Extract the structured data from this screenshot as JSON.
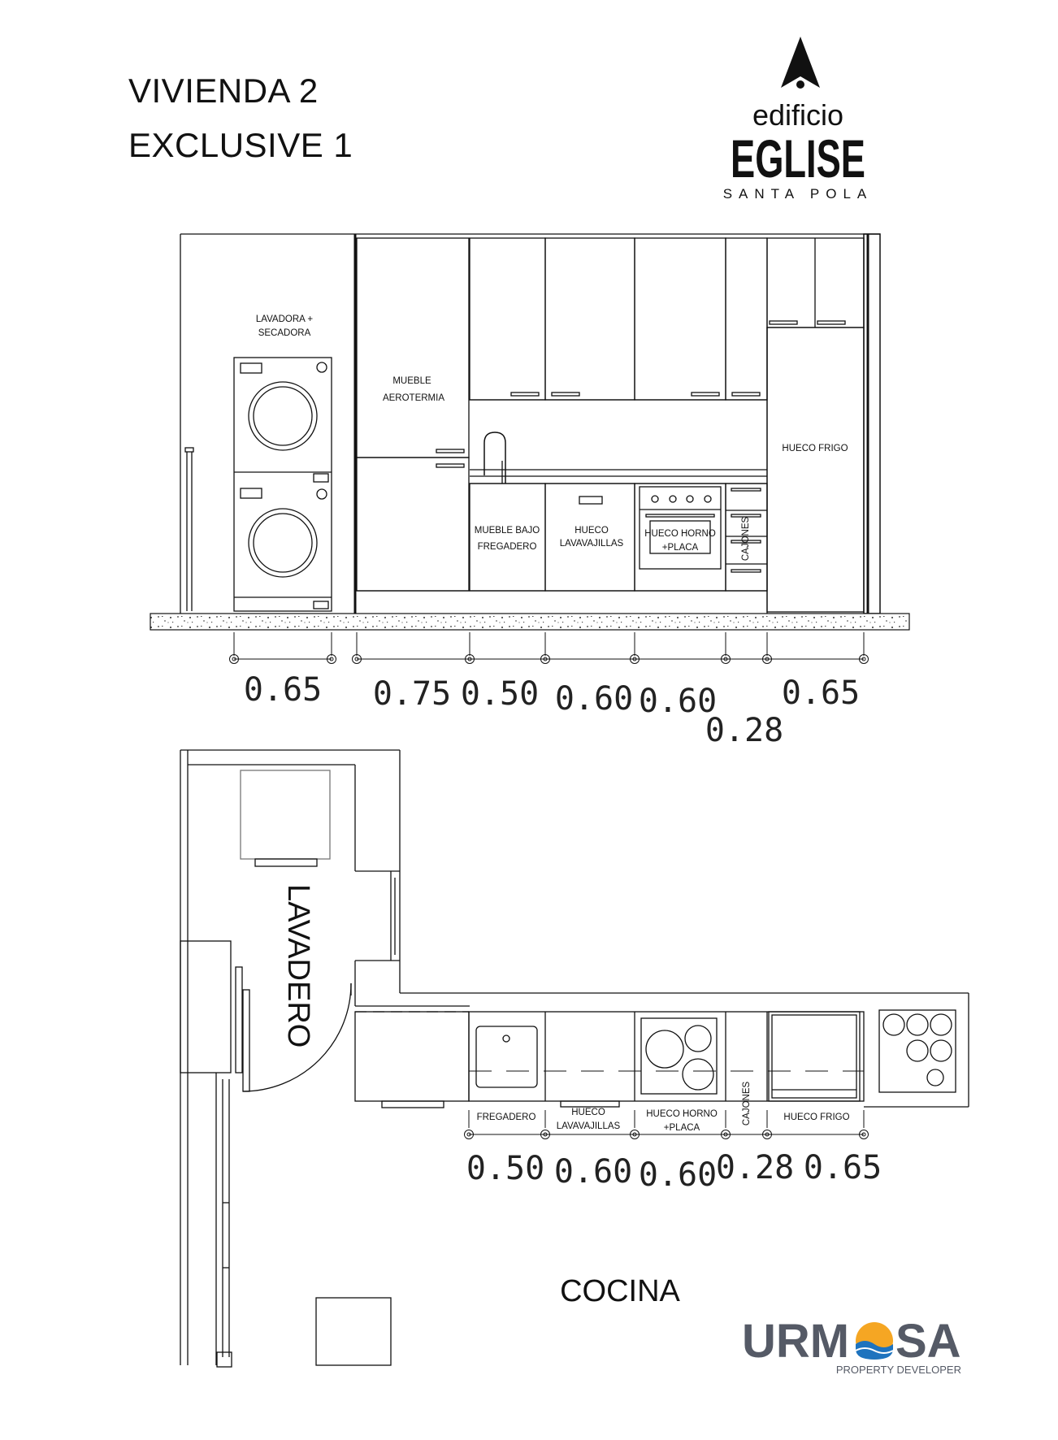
{
  "header": {
    "line1": "VIVIENDA 2",
    "line2": "EXCLUSIVE 1"
  },
  "brand": {
    "line1": "edificio",
    "line2": "EGLISE",
    "line3": "SANTA POLA"
  },
  "developer": {
    "name_part1": "URM",
    "name_part2": "SA",
    "tagline": "PROPERTY DEVELOPER"
  },
  "elevation": {
    "labels": {
      "lavadora_1": "LAVADORA +",
      "lavadora_2": "SECADORA",
      "aero_1": "MUEBLE",
      "aero_2": "AEROTERMIA",
      "frigo": "HUECO FRIGO",
      "fregadero_1": "MUEBLE BAJO",
      "fregadero_2": "FREGADERO",
      "lavavajillas_1": "HUECO",
      "lavavajillas_2": "LAVAVAJILLAS",
      "horno_1": "HUECO HORNO",
      "horno_2": "+PLACA",
      "cajones": "CAJONES"
    },
    "dims": [
      "0.65",
      "0.75",
      "0.50",
      "0.60",
      "0.60",
      "0.28",
      "0.65"
    ]
  },
  "plan": {
    "labels": {
      "lavadero": "LAVADERO",
      "fregadero": "FREGADERO",
      "lavavajillas_1": "HUECO",
      "lavavajillas_2": "LAVAVAJILLAS",
      "horno_1": "HUECO HORNO",
      "horno_2": "+PLACA",
      "cajones": "CAJONES",
      "frigo": "HUECO FRIGO",
      "cocina": "COCINA"
    },
    "dims": [
      "0.50",
      "0.60",
      "0.60",
      "0.28",
      "0.65"
    ]
  }
}
